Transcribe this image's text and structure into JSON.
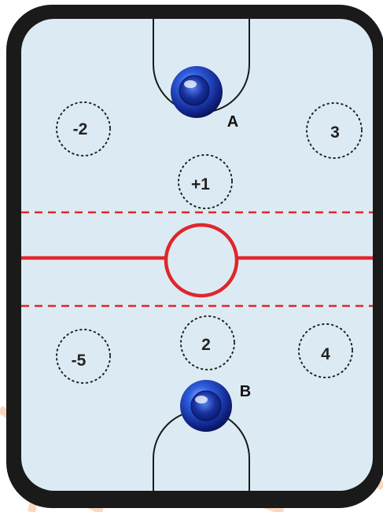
{
  "table": {
    "colors": {
      "frame": "#1a1a1a",
      "ice": "#dcebf3",
      "line": "#e0262b",
      "spot_border": "#222222",
      "puck": "#1e3fbf",
      "watermark": "#f6b88c"
    }
  },
  "spots": [
    {
      "label": "-2"
    },
    {
      "label": "3"
    },
    {
      "label": "+1"
    },
    {
      "label": "-5"
    },
    {
      "label": "2"
    },
    {
      "label": "4"
    }
  ],
  "players": [
    {
      "label": "A",
      "icon": "blue-puck-icon"
    },
    {
      "label": "B",
      "icon": "blue-puck-icon"
    }
  ]
}
